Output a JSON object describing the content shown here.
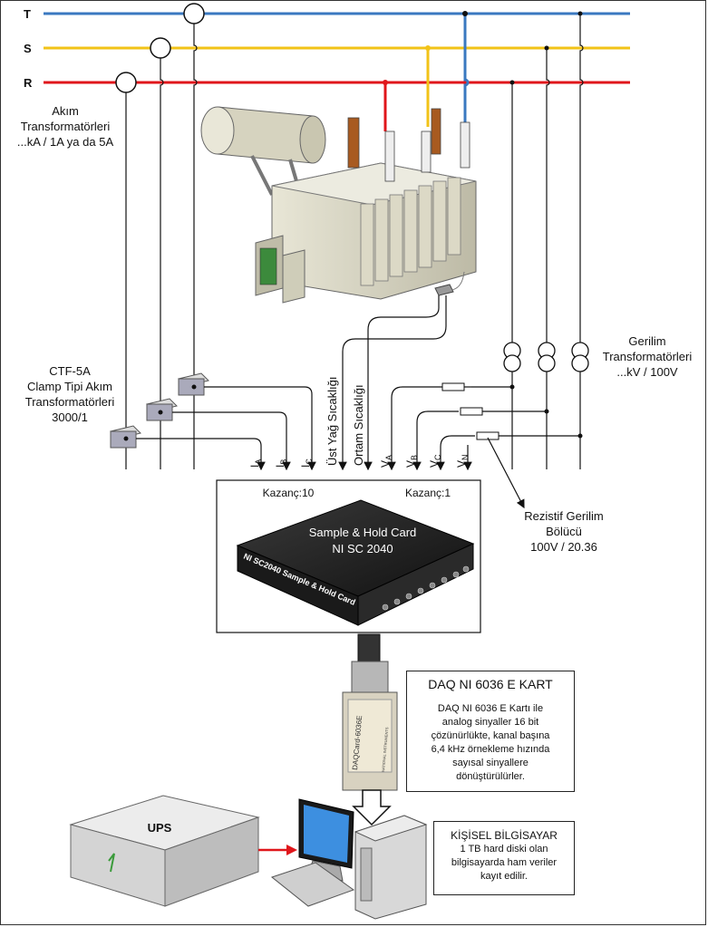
{
  "phases": {
    "t_label": "T",
    "s_label": "S",
    "r_label": "R",
    "t_color": "#3a78c0",
    "s_color": "#f2c318",
    "r_color": "#e0161b"
  },
  "current_transformers": {
    "line1": "Akım",
    "line2": "Transformatörleri",
    "line3": "...kA / 1A ya da 5A"
  },
  "clamp_ct": {
    "line1": "CTF-5A",
    "line2": "Clamp Tipi Akım",
    "line3": "Transformatörleri",
    "line4": "3000/1"
  },
  "voltage_transformers": {
    "line1": "Gerilim",
    "line2": "Transformatörleri",
    "line3": "...kV / 100V"
  },
  "temperatures": {
    "top_oil": "Üst Yağ Sıcaklığı",
    "ambient": "Ortam Sıcaklığı"
  },
  "signals": {
    "ia": "I",
    "ia_sub": "A",
    "ib": "I",
    "ib_sub": "B",
    "ic": "I",
    "ic_sub": "C",
    "va": "V",
    "va_sub": "A",
    "vb": "V",
    "vb_sub": "B",
    "vc": "V",
    "vc_sub": "C",
    "vn": "V",
    "vn_sub": "N"
  },
  "gains": {
    "current_gain": "Kazanç:10",
    "voltage_gain": "Kazanç:1"
  },
  "sample_hold": {
    "title": "Sample & Hold Card",
    "model": "NI SC 2040",
    "side_text": "NI SC2040 Sample & Hold Card"
  },
  "divider": {
    "line1": "Rezistif Gerilim",
    "line2": "Bölücü",
    "line3": "100V / 20.36"
  },
  "daq": {
    "title": "DAQ NI 6036 E KART",
    "line1": "DAQ NI 6036 E Kartı ile",
    "line2": "analog sinyaller 16 bit",
    "line3": "çözünürlükte, kanal başına",
    "line4": "6,4 kHz örnekleme hızında",
    "line5": "sayısal sinyallere",
    "line6": "dönüştürülürler.",
    "card_label": "DAQCard-6036E",
    "brand": "NATIONAL INSTRUMENTS"
  },
  "pc": {
    "title": "KİŞİSEL BİLGİSAYAR",
    "line1": "1 TB hard diski olan",
    "line2": "bilgisayarda ham veriler",
    "line3": "kayıt edilir."
  },
  "ups": {
    "label": "UPS"
  }
}
